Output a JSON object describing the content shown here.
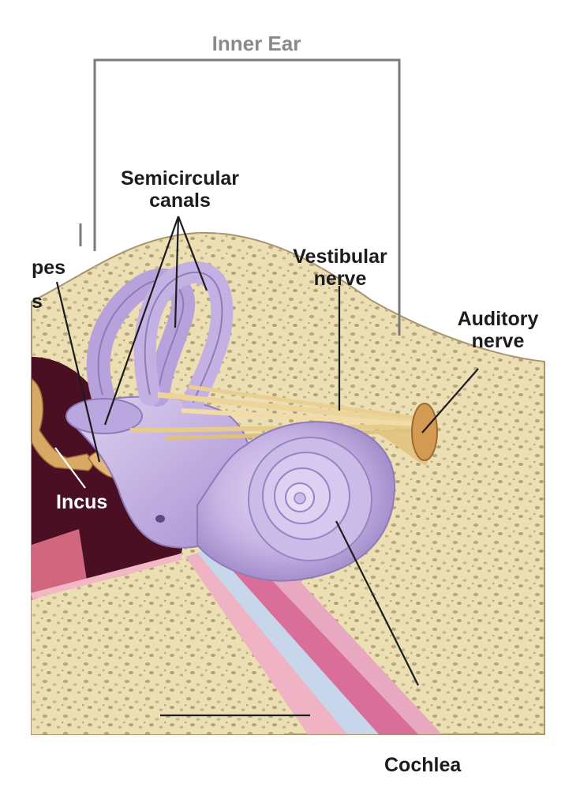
{
  "title": "Inner Ear",
  "labels": {
    "semicircular_canals": [
      "Semicircular",
      "canals"
    ],
    "vestibular_nerve": [
      "Vestibular",
      "nerve"
    ],
    "auditory_nerve": [
      "Auditory",
      "nerve"
    ],
    "stapes_partial": "pes",
    "partial_s": "s",
    "incus": "Incus",
    "cochlea": "Cochlea"
  },
  "colors": {
    "bone": "#ecdfb3",
    "bone_pores": "#bfae86",
    "labyrinth": "#c5b2e2",
    "labyrinth_dark": "#8f7bb8",
    "nerve": "#e8cc8c",
    "cavity": "#4a0f22",
    "bracket": "#7a7a7a"
  }
}
